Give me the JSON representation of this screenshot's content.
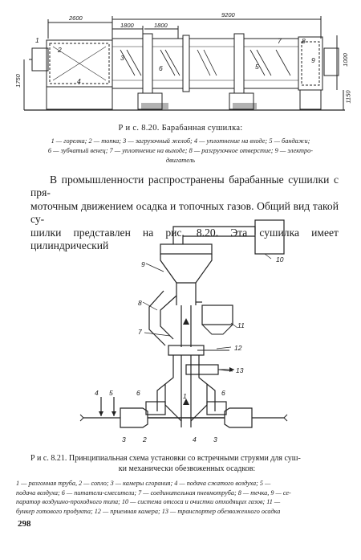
{
  "figure_820": {
    "dims": {
      "d_2600": "2600",
      "d_1800a": "1800",
      "d_1800b": "1800",
      "d_9200": "9200",
      "d_1750": "1750",
      "d_1000": "1000",
      "d_1150": "1150"
    },
    "labels": [
      "1",
      "2",
      "3",
      "4",
      "5",
      "6",
      "7",
      "8",
      "9"
    ],
    "title": "Р и с. 8.20. Барабанная сушилка:",
    "legend_lines": [
      "1 — горелка; 2 — топка; 3 — загрузочный желоб; 4 — уплотнение на входе; 5 — бандажи;",
      "6 — зубчатый венец; 7 — уплотнение на выходе; 8 — разгрузочное отверстие; 9 — электро-",
      "двигатель"
    ]
  },
  "paragraph": [
    "В промышленности распространены барабанные сушилки с пря-",
    "моточным движением осадка и топочных газов. Общий вид такой су-",
    "шилки представлен на рис. 8.20. Эта сушилка имеет цилиндрический"
  ],
  "figure_821": {
    "labels": {
      "l1": "1",
      "l2": "2",
      "l3a": "3",
      "l3b": "3",
      "l4a": "4",
      "l4b": "4",
      "l5": "5",
      "l6a": "6",
      "l6b": "6",
      "l7": "7",
      "l8": "8",
      "l9": "9",
      "l10": "10",
      "l11": "11",
      "l12": "12",
      "l13": "13"
    },
    "caption_lines": [
      "Р и с. 8.21. Принципиальная схема установки со встречными струями для суш-",
      "ки механически обезвоженных осадков:"
    ],
    "legend_lines": [
      "1 — разгонная труба, 2 — сопло; 3 — камеры сгорания; 4 — подача сжатого воздуха; 5 —",
      "подача воздуха; 6 — питатели-смесители; 7 — соединительная пневмотруба; 8 — течка, 9 — се-",
      "паратор воздушно-проходного типа; 10 — система отсоса и очистки отходящих газов; 11 —",
      "бункер готового продукта; 12 — приемная камера; 13 — транспортер обезвоженного осадка"
    ]
  },
  "page_number": "298"
}
